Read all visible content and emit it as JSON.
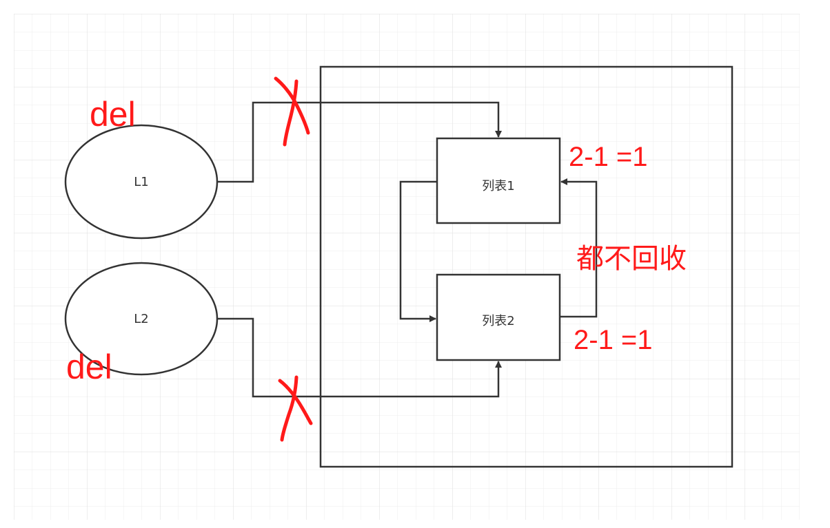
{
  "colors": {
    "ink": "#333333",
    "annotation": "#ff1a1a",
    "grid_minor": "#ececec",
    "grid_major": "#dcdcdc",
    "background": "#ffffff"
  },
  "nodes": {
    "l1": "L1",
    "l2": "L2",
    "list1": "列表1",
    "list2": "列表2"
  },
  "annotations": {
    "del_l1": "del",
    "del_l2": "del",
    "count_list1": "2-1 =1",
    "count_list2": "2-1 =1",
    "not_collected": "都不回收"
  }
}
